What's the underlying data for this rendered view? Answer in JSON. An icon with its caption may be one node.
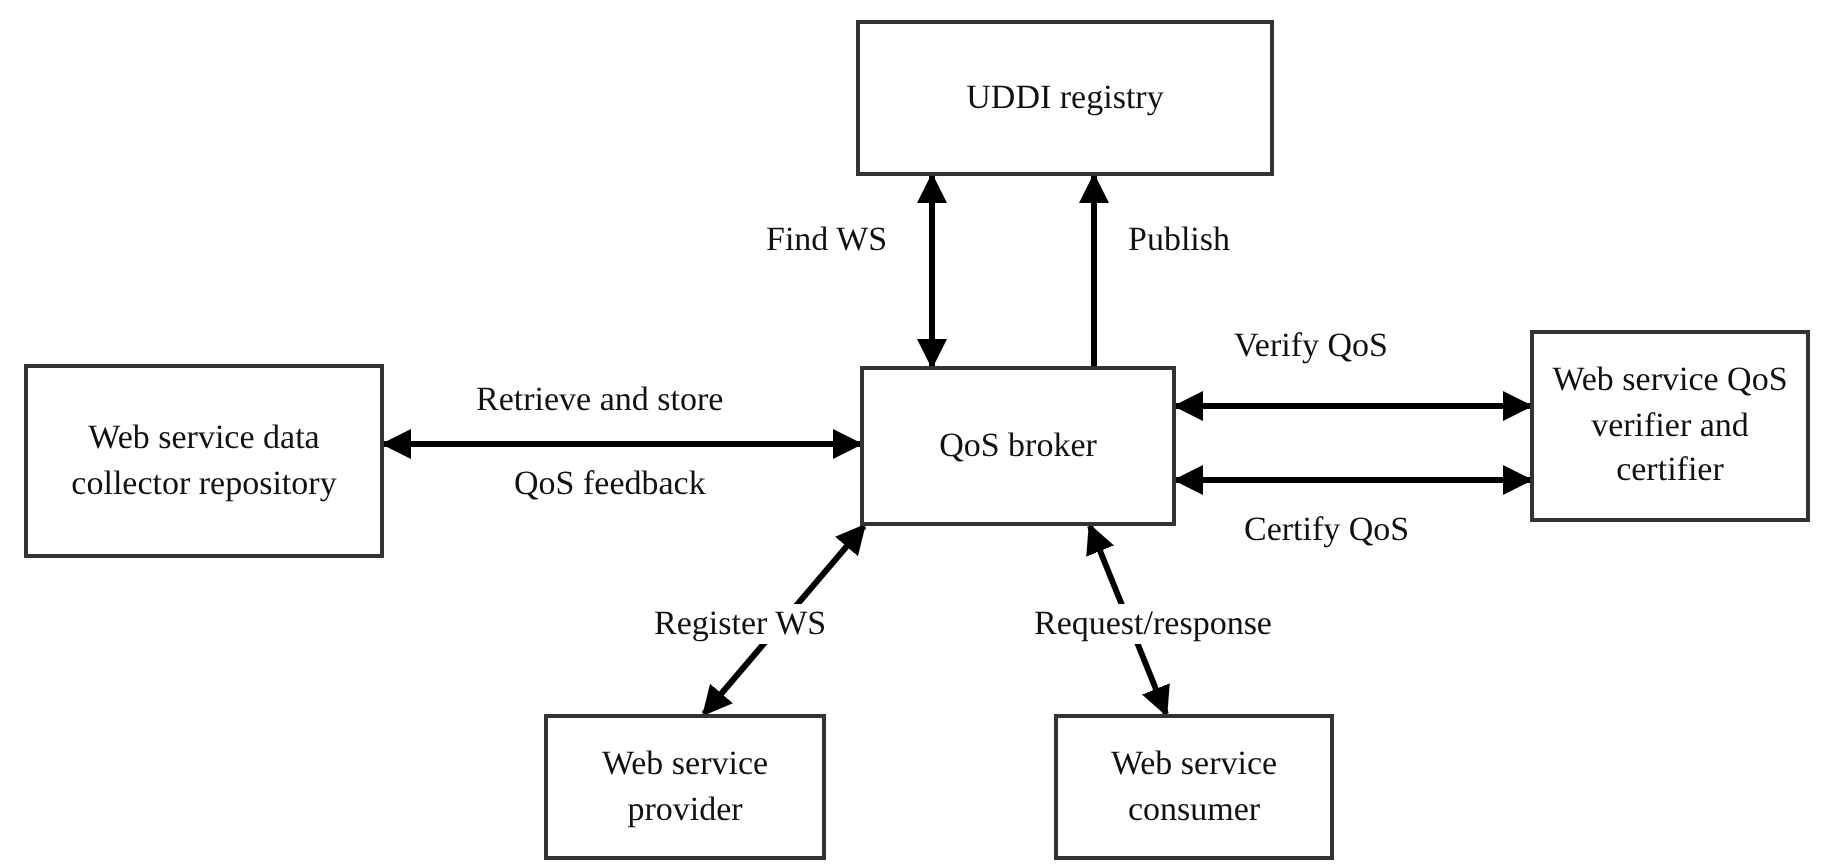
{
  "diagram": {
    "nodes": [
      {
        "text": [
          "UDDI registry"
        ]
      },
      {
        "text": [
          "Web service data collector repository"
        ]
      },
      {
        "text": [
          "QoS broker"
        ]
      },
      {
        "text": [
          "Web service QoS verifier and certifier"
        ]
      },
      {
        "text": [
          "Web service provider"
        ]
      },
      {
        "text": [
          "Web service consumer"
        ]
      }
    ],
    "edges": [
      {
        "from": 2,
        "to": 0,
        "arrow": "both",
        "label": "Find WS"
      },
      {
        "from": 2,
        "to": 0,
        "arrow": "to",
        "label": "Publish"
      },
      {
        "from": 2,
        "to": 3,
        "arrow": "both",
        "label": "Verify QoS"
      },
      {
        "from": 2,
        "to": 3,
        "arrow": "both",
        "label": "Certify QoS"
      },
      {
        "from": 1,
        "to": 2,
        "arrow": "both",
        "label": "Retrieve and store"
      },
      {
        "from": 4,
        "to": 2,
        "arrow": "both",
        "label": "Register WS"
      },
      {
        "from": 5,
        "to": 2,
        "arrow": "both",
        "label": "Request/response"
      }
    ],
    "labels": [
      "QoS feedback"
    ]
  }
}
